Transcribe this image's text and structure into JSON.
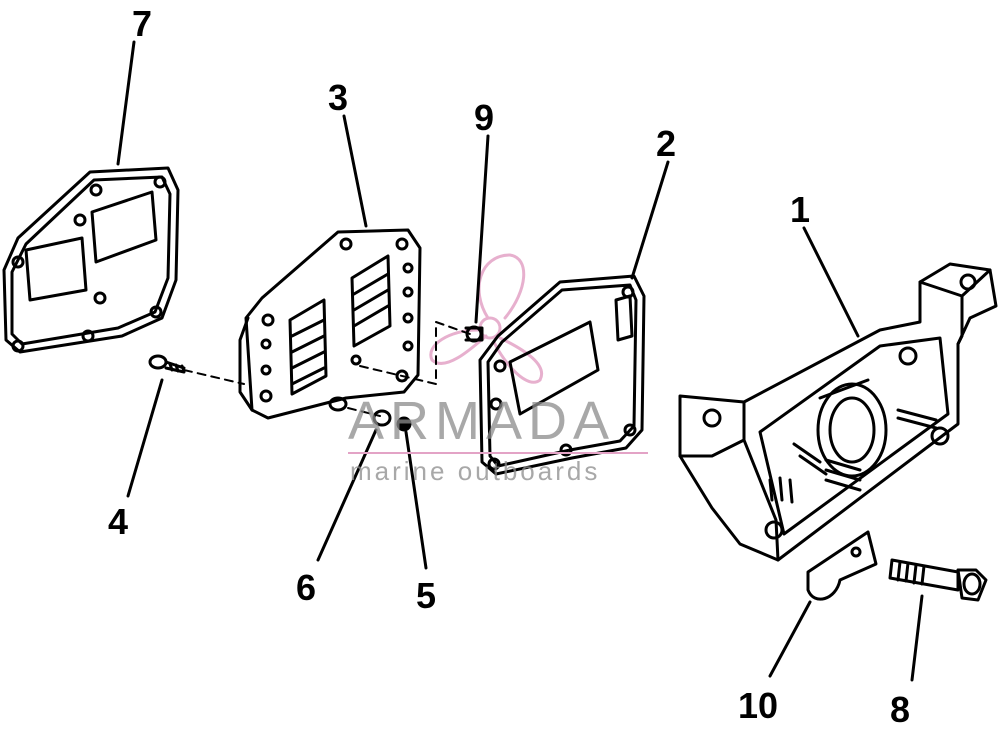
{
  "diagram": {
    "callouts": [
      {
        "id": "1",
        "label": "1"
      },
      {
        "id": "2",
        "label": "2"
      },
      {
        "id": "3",
        "label": "3"
      },
      {
        "id": "4",
        "label": "4"
      },
      {
        "id": "5",
        "label": "5"
      },
      {
        "id": "6",
        "label": "6"
      },
      {
        "id": "7",
        "label": "7"
      },
      {
        "id": "8",
        "label": "8"
      },
      {
        "id": "9",
        "label": "9"
      },
      {
        "id": "10",
        "label": "10"
      }
    ]
  },
  "watermark": {
    "name": "ARMADA",
    "tagline": "marine outboards",
    "accent_color": "#e3a3c6",
    "text_color": "#8c8c8c"
  }
}
